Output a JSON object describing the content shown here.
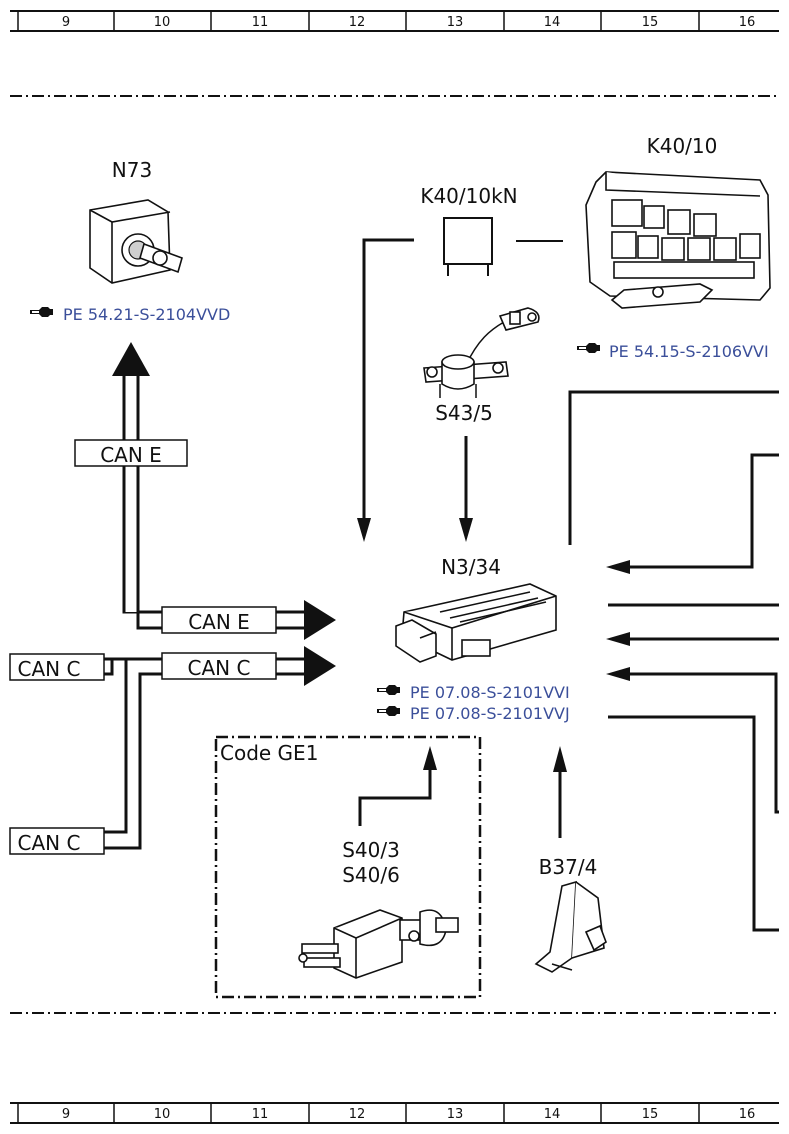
{
  "ruler": {
    "columns": [
      "9",
      "10",
      "11",
      "12",
      "13",
      "14",
      "15",
      "16"
    ]
  },
  "components": {
    "n73": {
      "label": "N73",
      "ref": "PE 54.21-S-2104VVD"
    },
    "k40_10": {
      "label": "K40/10",
      "ref": "PE 54.15-S-2106VVI"
    },
    "k40_10kn": {
      "label": "K40/10kN"
    },
    "s43_5": {
      "label": "S43/5"
    },
    "n3_34": {
      "label": "N3/34",
      "ref1": "PE 07.08-S-2101VVI",
      "ref2": "PE 07.08-S-2101VVJ"
    },
    "s40": {
      "label1": "S40/3",
      "label2": "S40/6"
    },
    "b37_4": {
      "label": "B37/4"
    }
  },
  "code_box": {
    "label": "Code GE1"
  },
  "bus_labels": {
    "can_e_upper": "CAN E",
    "can_e_lower": "CAN E",
    "can_c_mid": "CAN C",
    "can_c_left": "CAN C",
    "can_c_bottom": "CAN C"
  }
}
